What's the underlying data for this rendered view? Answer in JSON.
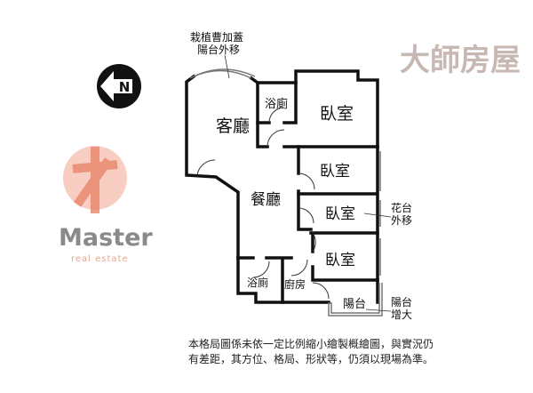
{
  "plan": {
    "compass_label": "N",
    "rooms": {
      "living": "客廳",
      "dining": "餐廳",
      "bath_top": "浴廁",
      "bath_bottom": "浴廁",
      "kitchen": "廚房",
      "bedroom_1": "臥室",
      "bedroom_2": "臥室",
      "bedroom_3": "臥室",
      "bedroom_4": "臥室",
      "balcony": "陽台"
    },
    "notes": {
      "top_line1": "栽植曹加蓋",
      "top_line2": "陽台外移",
      "right_line1": "花台",
      "right_line2": "外移",
      "balcony_line1": "陽台",
      "balcony_line2": "增大"
    }
  },
  "watermark": {
    "brand_cn": "大師房屋",
    "brand_en": "Master",
    "brand_sub": "real estate"
  },
  "footer": {
    "line1": "本格局圖係未依一定比例縮小繪製概繪圖，與實況仍",
    "line2": "有差距，其方位、格局、形狀等，仍須以現場為準。"
  },
  "colors": {
    "watermark": "#e9856a",
    "wall": "#111111"
  }
}
